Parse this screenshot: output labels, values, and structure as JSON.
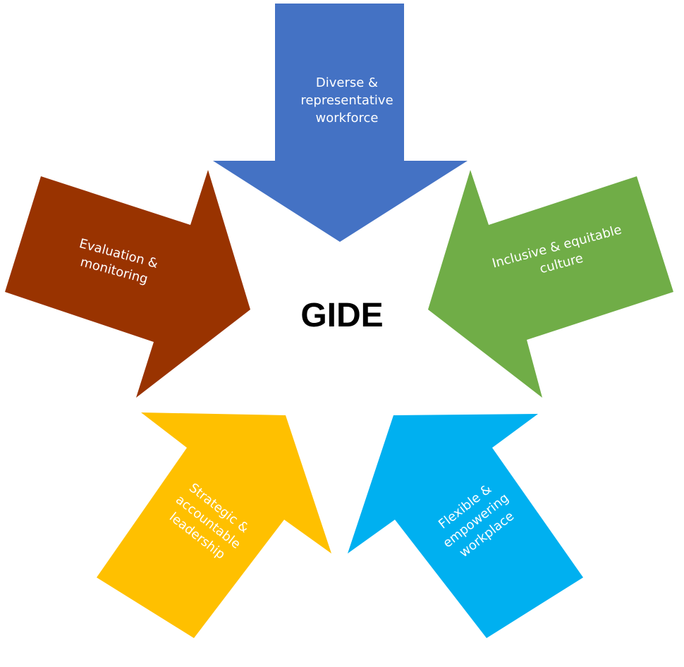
{
  "center_label": "GIDE",
  "arrows": [
    {
      "id": "diverse",
      "lines": [
        "Diverse &",
        "representative",
        "workforce"
      ],
      "color": "#4472C4"
    },
    {
      "id": "inclusive",
      "lines": [
        "Inclusive & equitable",
        "culture"
      ],
      "color": "#70AD47"
    },
    {
      "id": "flexible",
      "lines": [
        "Flexible &",
        "empowering",
        "workplace"
      ],
      "color": "#00B0F0"
    },
    {
      "id": "strategic",
      "lines": [
        "Strategic &",
        "accountable",
        "leadership"
      ],
      "color": "#FFC000"
    },
    {
      "id": "evaluation",
      "lines": [
        "Evaluation &",
        "monitoring"
      ],
      "color": "#993300"
    }
  ]
}
